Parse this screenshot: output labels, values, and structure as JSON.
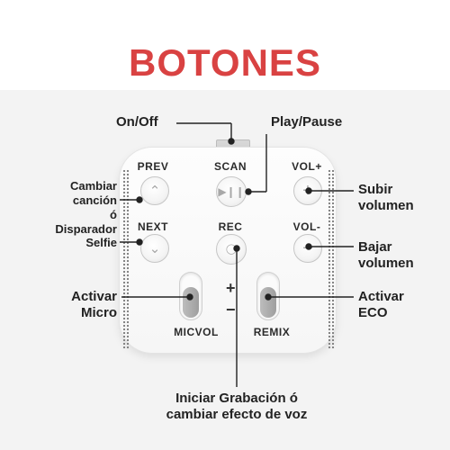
{
  "title": "BOTONES",
  "device": {
    "buttons": {
      "prev": "PREV",
      "scan": "SCAN",
      "vol_up": "VOL+",
      "next": "NEXT",
      "rec": "REC",
      "vol_down": "VOL-",
      "micvol": "MICVOL",
      "remix": "REMIX",
      "plus": "+",
      "minus": "−"
    }
  },
  "callouts": {
    "on_off": "On/Off",
    "play_pause": "Play/Pause",
    "cambiar": [
      "Cambiar",
      "canción",
      "ó",
      "Disparador",
      "Selfie"
    ],
    "subir": [
      "Subir",
      "volumen"
    ],
    "bajar": [
      "Bajar",
      "volumen"
    ],
    "activar_micro": [
      "Activar",
      "Micro"
    ],
    "activar_eco": [
      "Activar",
      "ECO"
    ],
    "iniciar": [
      "Iniciar Grabación ó",
      "cambiar efecto de voz"
    ]
  },
  "colors": {
    "title": "#d94242",
    "background": "#f3f3f3",
    "leader_line": "#222222"
  }
}
